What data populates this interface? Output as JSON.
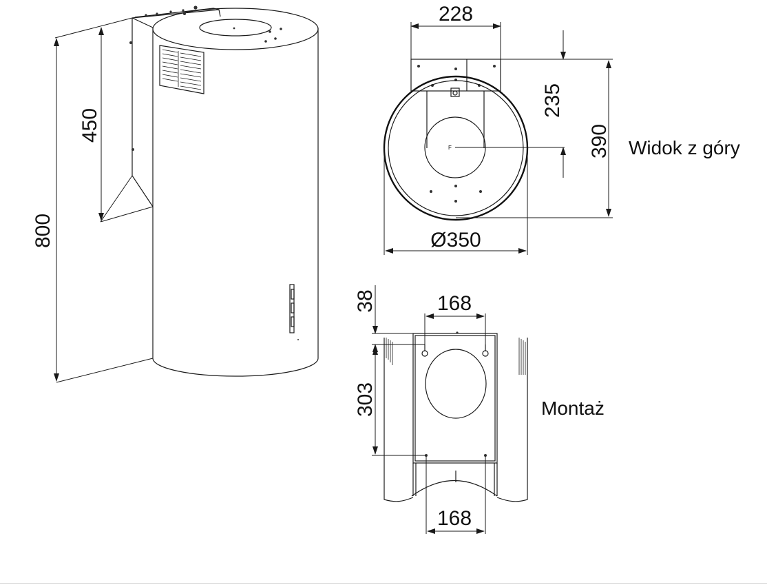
{
  "diagram": {
    "dimensions": {
      "overall_height": "800",
      "bracket_height": "450",
      "top_width": "228",
      "top_depth_bracket": "235",
      "top_depth_total": "390",
      "diameter": "Ø350",
      "mount_offset": "38",
      "mount_width_top": "168",
      "mount_vertical": "303",
      "mount_width_bottom": "168"
    },
    "labels": {
      "top_view": "Widok z góry",
      "mounting": "Montaż",
      "center_mark": "F"
    }
  }
}
